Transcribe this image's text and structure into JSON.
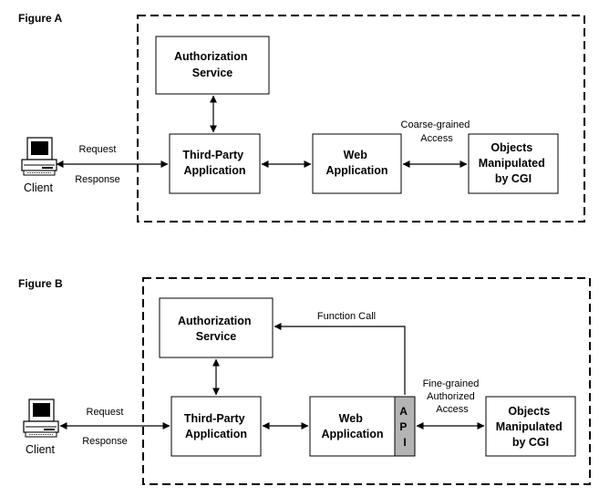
{
  "figure_a": {
    "label": "Figure A",
    "auth_service": [
      "Authorization",
      "Service"
    ],
    "third_party": [
      "Third-Party",
      "Application"
    ],
    "web_app": [
      "Web",
      "Application"
    ],
    "objects": [
      "Objects",
      "Manipulated",
      "by CGI"
    ],
    "access_label": [
      "Coarse-grained",
      "Access"
    ],
    "request": "Request",
    "response": "Response",
    "client": "Client"
  },
  "figure_b": {
    "label": "Figure B",
    "auth_service": [
      "Authorization",
      "Service"
    ],
    "third_party": [
      "Third-Party",
      "Application"
    ],
    "web_app": [
      "Web",
      "Application"
    ],
    "objects": [
      "Objects",
      "Manipulated",
      "by CGI"
    ],
    "access_label": [
      "Fine-grained",
      "Authorized",
      "Access"
    ],
    "function_call": "Function Call",
    "api": [
      "A",
      "P",
      "I"
    ],
    "request": "Request",
    "response": "Response",
    "client": "Client"
  },
  "colors": {
    "line": "#000000",
    "api_fill": "#b4b4b4",
    "screen_fill": "#000000"
  }
}
